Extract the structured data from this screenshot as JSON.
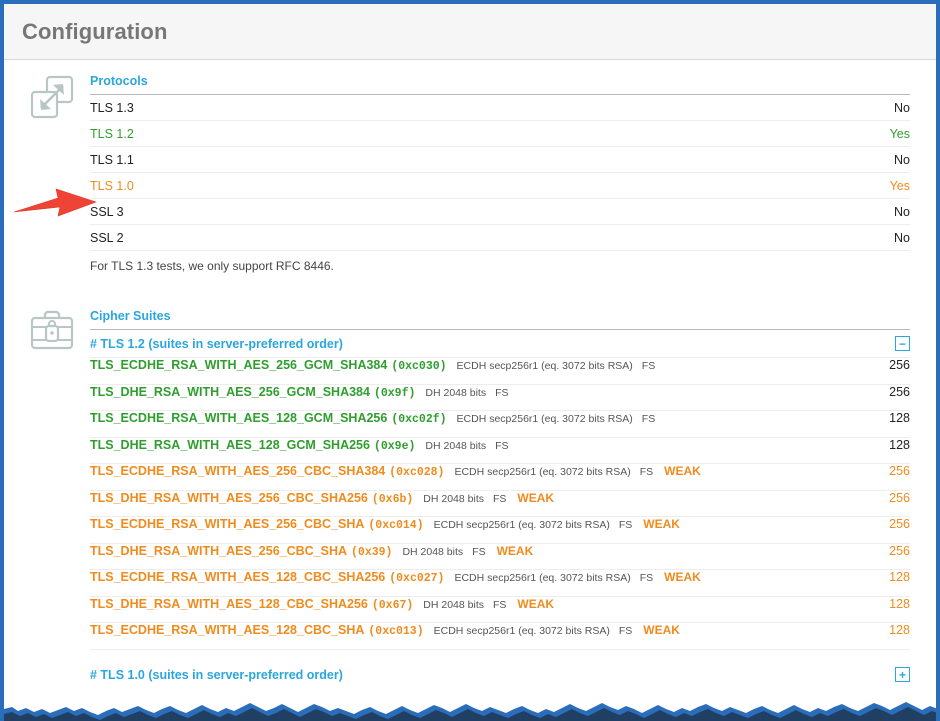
{
  "window": {
    "title": "Configuration",
    "border_color": "#2a6ebb"
  },
  "protocols": {
    "icon": "resize-arrows-icon",
    "heading": "Protocols",
    "rows": [
      {
        "label": "TLS 1.3",
        "value": "No",
        "state": "black"
      },
      {
        "label": "TLS 1.2",
        "value": "Yes",
        "state": "green"
      },
      {
        "label": "TLS 1.1",
        "value": "No",
        "state": "black"
      },
      {
        "label": "TLS 1.0",
        "value": "Yes",
        "state": "orange"
      },
      {
        "label": "SSL 3",
        "value": "No",
        "state": "black"
      },
      {
        "label": "SSL 2",
        "value": "No",
        "state": "black"
      }
    ],
    "note": "For TLS 1.3 tests, we only support RFC 8446."
  },
  "cipher_suites": {
    "icon": "briefcase-lock-icon",
    "heading": "Cipher Suites",
    "groups": [
      {
        "title": "# TLS 1.2 (suites in server-preferred order)",
        "toggle": "−",
        "toggle_name": "collapse-toggle",
        "expanded": true,
        "rows": [
          {
            "name": "TLS_ECDHE_RSA_WITH_AES_256_GCM_SHA384",
            "hex": "(0xc030)",
            "detail": "ECDH secp256r1 (eq. 3072 bits RSA)",
            "fs": "FS",
            "weak": "",
            "bits": "256",
            "state": "green"
          },
          {
            "name": "TLS_DHE_RSA_WITH_AES_256_GCM_SHA384",
            "hex": "(0x9f)",
            "detail": "DH 2048 bits",
            "fs": "FS",
            "weak": "",
            "bits": "256",
            "state": "green"
          },
          {
            "name": "TLS_ECDHE_RSA_WITH_AES_128_GCM_SHA256",
            "hex": "(0xc02f)",
            "detail": "ECDH secp256r1 (eq. 3072 bits RSA)",
            "fs": "FS",
            "weak": "",
            "bits": "128",
            "state": "green"
          },
          {
            "name": "TLS_DHE_RSA_WITH_AES_128_GCM_SHA256",
            "hex": "(0x9e)",
            "detail": "DH 2048 bits",
            "fs": "FS",
            "weak": "",
            "bits": "128",
            "state": "green"
          },
          {
            "name": "TLS_ECDHE_RSA_WITH_AES_256_CBC_SHA384",
            "hex": "(0xc028)",
            "detail": "ECDH secp256r1 (eq. 3072 bits RSA)",
            "fs": "FS",
            "weak": "WEAK",
            "bits": "256",
            "state": "orange"
          },
          {
            "name": "TLS_DHE_RSA_WITH_AES_256_CBC_SHA256",
            "hex": "(0x6b)",
            "detail": "DH 2048 bits",
            "fs": "FS",
            "weak": "WEAK",
            "bits": "256",
            "state": "orange"
          },
          {
            "name": "TLS_ECDHE_RSA_WITH_AES_256_CBC_SHA",
            "hex": "(0xc014)",
            "detail": "ECDH secp256r1 (eq. 3072 bits RSA)",
            "fs": "FS",
            "weak": "WEAK",
            "bits": "256",
            "state": "orange"
          },
          {
            "name": "TLS_DHE_RSA_WITH_AES_256_CBC_SHA",
            "hex": "(0x39)",
            "detail": "DH 2048 bits",
            "fs": "FS",
            "weak": "WEAK",
            "bits": "256",
            "state": "orange"
          },
          {
            "name": "TLS_ECDHE_RSA_WITH_AES_128_CBC_SHA256",
            "hex": "(0xc027)",
            "detail": "ECDH secp256r1 (eq. 3072 bits RSA)",
            "fs": "FS",
            "weak": "WEAK",
            "bits": "128",
            "state": "orange"
          },
          {
            "name": "TLS_DHE_RSA_WITH_AES_128_CBC_SHA256",
            "hex": "(0x67)",
            "detail": "DH 2048 bits",
            "fs": "FS",
            "weak": "WEAK",
            "bits": "128",
            "state": "orange"
          },
          {
            "name": "TLS_ECDHE_RSA_WITH_AES_128_CBC_SHA",
            "hex": "(0xc013)",
            "detail": "ECDH secp256r1 (eq. 3072 bits RSA)",
            "fs": "FS",
            "weak": "WEAK",
            "bits": "128",
            "state": "orange"
          }
        ]
      },
      {
        "title": "# TLS 1.0 (suites in server-preferred order)",
        "toggle": "+",
        "toggle_name": "expand-toggle",
        "expanded": false,
        "rows": []
      }
    ]
  },
  "annotation": {
    "arrow": "red-arrow-pointing-to-tls-10",
    "color": "#ef4335"
  },
  "colors": {
    "heading_blue": "#2ba6de",
    "good_green": "#2f9e2f",
    "warn_orange": "#f08b1d",
    "title_grey": "#777777"
  }
}
